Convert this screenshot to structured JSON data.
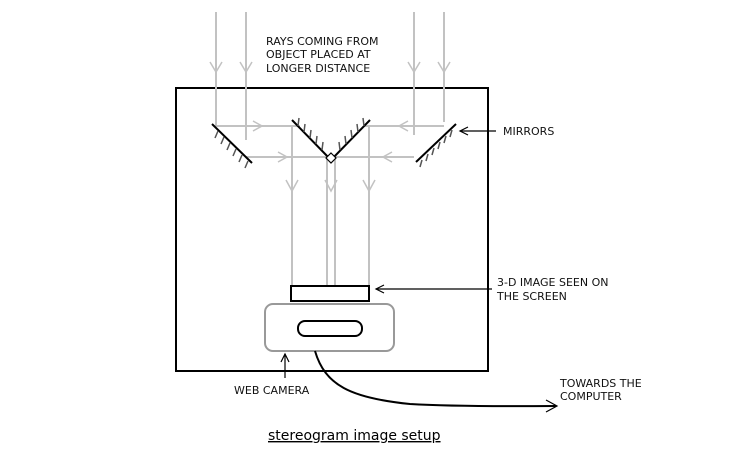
{
  "diagram": {
    "labels": {
      "rays": [
        "RAYS COMING FROM",
        "OBJECT PLACED AT",
        "LONGER DISTANCE"
      ],
      "mirrors": "MIRRORS",
      "image_seen": [
        "3-D IMAGE SEEN ON",
        "THE SCREEN"
      ],
      "web_camera": "WEB CAMERA",
      "towards": [
        "TOWARDS THE",
        "COMPUTER"
      ]
    },
    "title": "stereogram image setup"
  }
}
